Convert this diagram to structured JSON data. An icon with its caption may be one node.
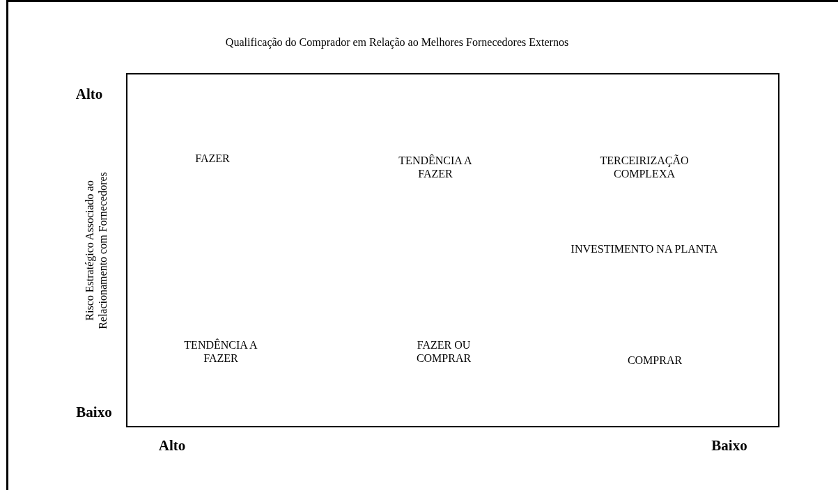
{
  "diagram": {
    "labels": [
      "Qualificação do Comprador em Relação ao Melhores Fornecedores Externos",
      "Alto",
      "Risco Estratégico Associado ao Relacionamento com Fornecedores",
      "FAZER",
      "TENDÊNCIA A FAZER",
      "TERCEIRIZAÇÃO COMPLEXA",
      "INVESTIMENTO NA PLANTA",
      "TENDÊNCIA A FAZER",
      "FAZER OU COMPRAR",
      "COMPRAR",
      "Baixo",
      "Alto",
      "Baixo"
    ]
  }
}
